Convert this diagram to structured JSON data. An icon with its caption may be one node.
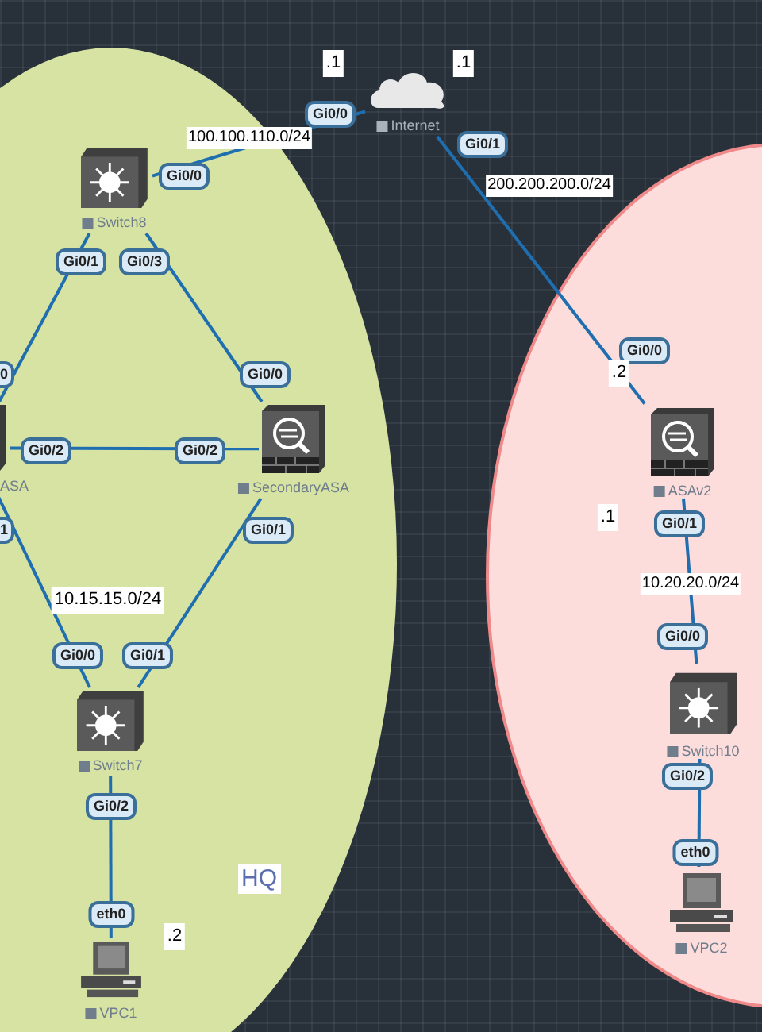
{
  "diagram": {
    "nodes": [
      {
        "text": [
          "Internet"
        ]
      },
      {
        "text": [
          "HQ"
        ]
      },
      {
        "text": [
          "Switch8"
        ],
        "in": 1
      },
      {
        "text": [
          "ASA"
        ],
        "in": 1
      },
      {
        "text": [
          "SecondaryASA"
        ],
        "in": 1
      },
      {
        "text": [
          "Switch7"
        ],
        "in": 1
      },
      {
        "text": [
          "VPC1"
        ],
        "in": 1
      },
      {
        "text": [],
        "shape": "ellipse"
      },
      {
        "text": [
          "ASAv2"
        ],
        "in": 7
      },
      {
        "text": [
          "Switch10"
        ],
        "in": 7
      },
      {
        "text": [
          "VPC2"
        ],
        "in": 7
      }
    ],
    "edges": [
      {
        "from": 0,
        "to": 2,
        "arrow": "none",
        "label": "100.100.110.0/24"
      },
      {
        "from": 0,
        "to": 8,
        "arrow": "none",
        "label": "200.200.200.0/24"
      },
      {
        "from": 2,
        "to": 3,
        "arrow": "none"
      },
      {
        "from": 2,
        "to": 4,
        "arrow": "none"
      },
      {
        "from": 3,
        "to": 4,
        "arrow": "none"
      },
      {
        "from": 3,
        "to": 5,
        "arrow": "none"
      },
      {
        "from": 4,
        "to": 5,
        "arrow": "none"
      },
      {
        "from": 5,
        "to": 6,
        "arrow": "none"
      },
      {
        "from": 8,
        "to": 9,
        "arrow": "none",
        "label": "10.20.20.0/24"
      },
      {
        "from": 9,
        "to": 10,
        "arrow": "none"
      }
    ],
    "labels": [
      ".1",
      ".1",
      "Gi0/0",
      "Gi0/1",
      "Gi0/0",
      "Gi0/1",
      "Gi0/3",
      "Gi0/0",
      "0",
      "Gi0/0",
      ".2",
      "Gi0/2",
      "Gi0/2",
      ".1",
      "1",
      "Gi0/1",
      "Gi0/1",
      "10.15.15.0/24",
      "Gi0/0",
      "Gi0/1",
      "Gi0/0",
      "Gi0/2",
      "Gi0/2",
      "eth0",
      "eth0",
      ".2"
    ]
  }
}
